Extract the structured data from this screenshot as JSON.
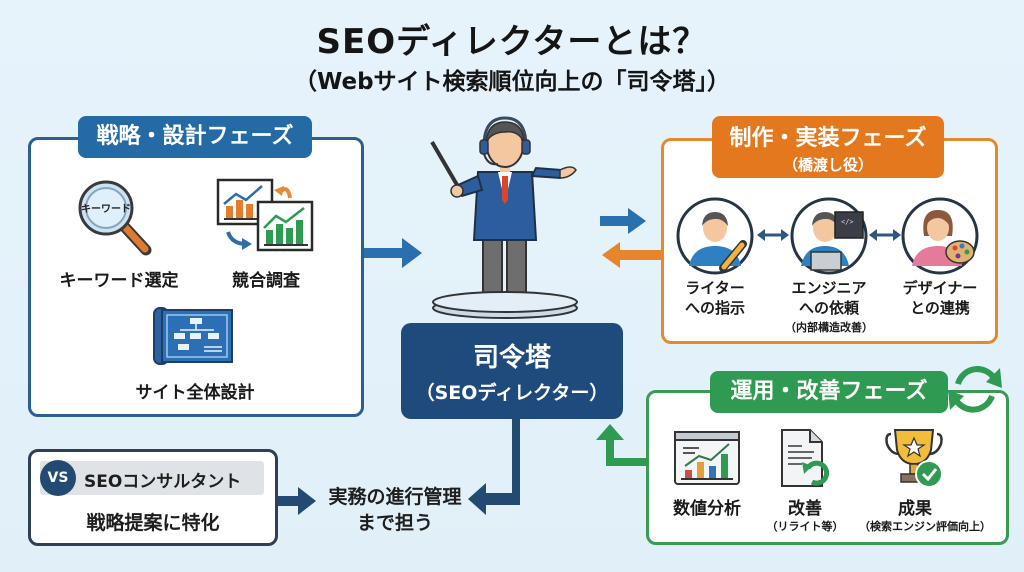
{
  "header": {
    "title": "SEOディレクターとは？",
    "subtitle": "（Webサイト検索順位向上の「司令塔」）"
  },
  "colors": {
    "background": "#e5f2fa",
    "strategy_blue": "#246ba6",
    "production_orange": "#e3781f",
    "operation_green": "#2f9a51",
    "director_navy": "#1f4b7c"
  },
  "strategy_phase": {
    "label": "戦略・設計フェーズ",
    "items": [
      {
        "label": "キーワード選定",
        "icon": "magnifier-keyword-icon",
        "icon_text": "キーワード"
      },
      {
        "label": "競合調査",
        "icon": "competitor-charts-icon"
      },
      {
        "label": "サイト全体設計",
        "icon": "sitemap-blueprint-icon"
      }
    ]
  },
  "director": {
    "figure_icon": "director-with-headset-icon",
    "title": "司令塔",
    "subtitle": "（SEOディレクター）"
  },
  "production_phase": {
    "label": "制作・実装フェーズ",
    "sublabel": "（橋渡し役）",
    "items": [
      {
        "line1": "ライター",
        "line2": "への指示",
        "note": "",
        "icon": "writer-icon"
      },
      {
        "line1": "エンジニア",
        "line2": "への依頼",
        "note": "（内部構造改善）",
        "icon": "engineer-icon"
      },
      {
        "line1": "デザイナー",
        "line2": "との連携",
        "note": "",
        "icon": "designer-icon"
      }
    ]
  },
  "operation_phase": {
    "label": "運用・改善フェーズ",
    "cycle_icon": "refresh-cycle-icon",
    "items": [
      {
        "label": "数値分析",
        "note": "",
        "icon": "analytics-chart-icon"
      },
      {
        "label": "改善",
        "note": "（リライト等）",
        "icon": "document-rewrite-icon"
      },
      {
        "label": "成果",
        "note": "（検索エンジン評価向上）",
        "icon": "trophy-check-icon"
      }
    ]
  },
  "comparison": {
    "badge": "VS",
    "title": "SEOコンサルタント",
    "description": "戦略提案に特化",
    "director_scope_line1": "実務の進行管理",
    "director_scope_line2": "まで担う"
  }
}
